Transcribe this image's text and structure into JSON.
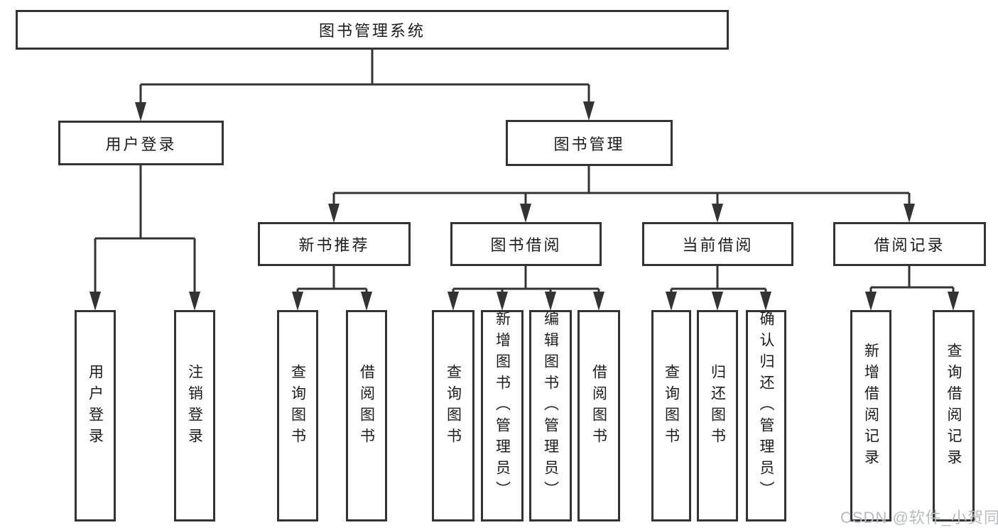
{
  "colors": {
    "line": "#333333",
    "text": "#1c1c1c",
    "box_background": "#ffffff",
    "watermark": "#b7bbbf"
  },
  "root": {
    "label": "图书管理系统"
  },
  "level2": {
    "user_login": {
      "label": "用户登录"
    },
    "book_management": {
      "label": "图书管理"
    }
  },
  "level3": {
    "new_book_recommend": {
      "label": "新书推荐"
    },
    "book_borrowing": {
      "label": "图书借阅"
    },
    "current_borrowing": {
      "label": "当前借阅"
    },
    "borrowing_records": {
      "label": "借阅记录"
    }
  },
  "leaves": {
    "user_login": {
      "label": "用户登录"
    },
    "logout": {
      "label": "注销登录"
    },
    "newbook_query_books": {
      "label": "查询图书"
    },
    "newbook_borrow_books": {
      "label": "借阅图书"
    },
    "borrow_query_books": {
      "label": "查询图书"
    },
    "borrow_add_books": {
      "label": "新增图书（管理员）"
    },
    "borrow_edit_books": {
      "label": "编辑图书（管理员）"
    },
    "borrow_borrow_books": {
      "label": "借阅图书"
    },
    "current_query_books": {
      "label": "查询图书"
    },
    "current_return_books": {
      "label": "归还图书"
    },
    "current_confirm_return": {
      "label": "确认归还（管理员）"
    },
    "records_add_record": {
      "label": "新增借阅记录"
    },
    "records_query_record": {
      "label": "查询借阅记录"
    }
  },
  "watermark": {
    "text": "CSDN @软件_小贺同学"
  }
}
